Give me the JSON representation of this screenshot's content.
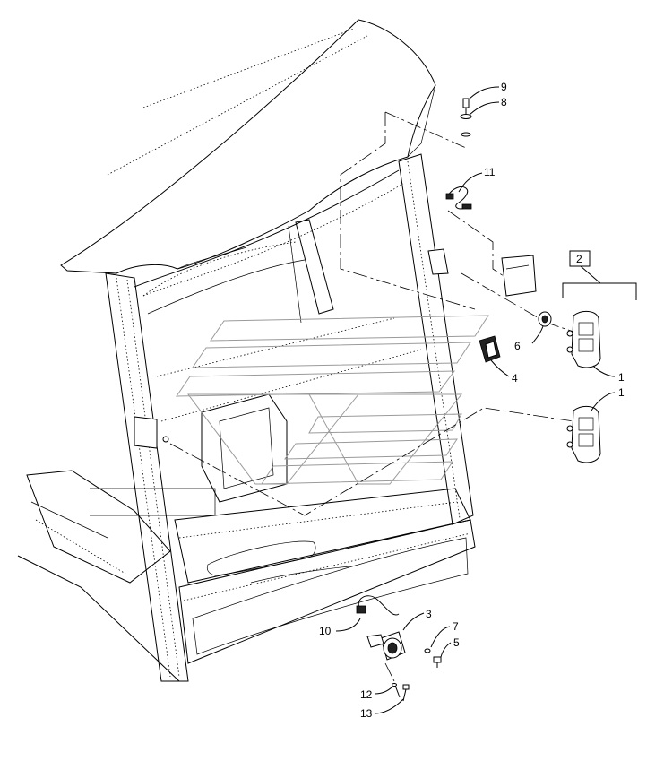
{
  "callouts": {
    "c1a": "1",
    "c1b": "1",
    "c2": "2",
    "c3": "3",
    "c4": "4",
    "c5": "5",
    "c6": "6",
    "c7": "7",
    "c8": "8",
    "c9": "9",
    "c10": "10",
    "c11": "11",
    "c12": "12",
    "c13": "13"
  },
  "colors": {
    "line": "#000000",
    "background": "#ffffff",
    "watermark": "#9a9a9a"
  }
}
